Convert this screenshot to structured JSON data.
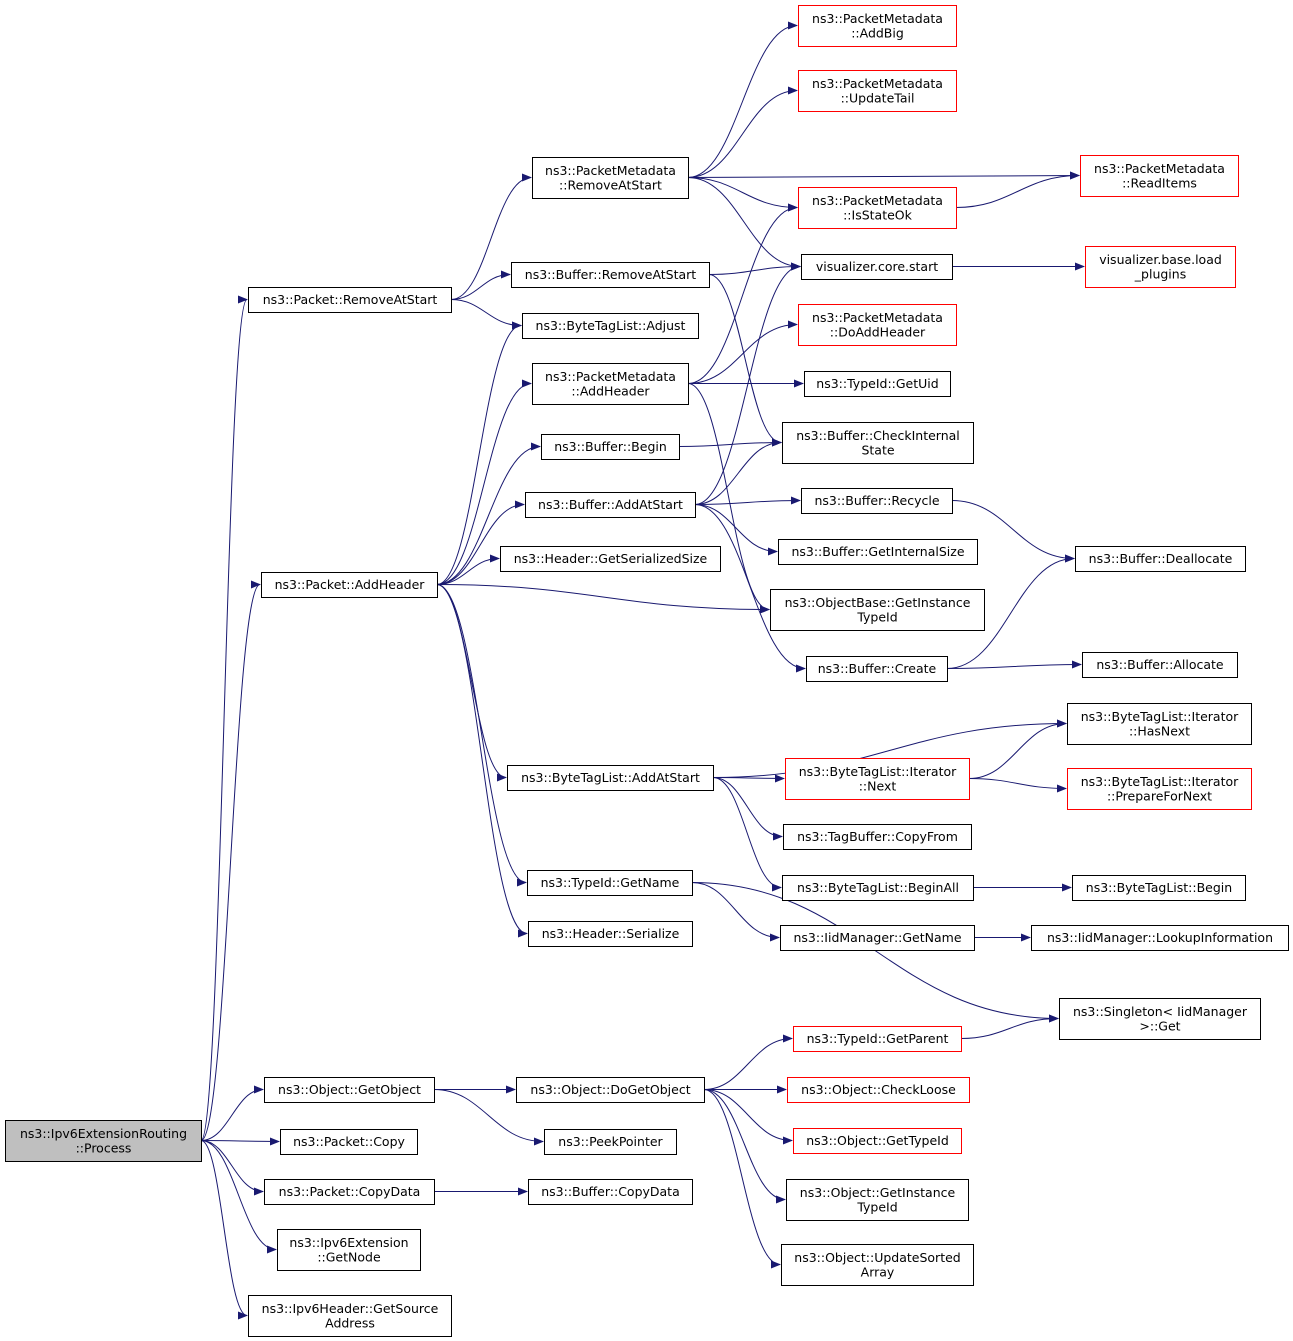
{
  "diagram": {
    "type": "call-graph",
    "colors": {
      "edge": "#191970",
      "root_fill": "#bfbfbf",
      "truncated_border": "#ff0000",
      "normal_border": "#000000"
    },
    "nodes": [
      {
        "id": "root",
        "lines": [
          "ns3::Ipv6ExtensionRouting",
          "::Process"
        ],
        "kind": "root"
      },
      {
        "id": "pkt_remove",
        "lines": [
          "ns3::Packet::RemoveAtStart"
        ]
      },
      {
        "id": "pkt_addheader",
        "lines": [
          "ns3::Packet::AddHeader"
        ]
      },
      {
        "id": "obj_getobject",
        "lines": [
          "ns3::Object::GetObject"
        ]
      },
      {
        "id": "pkt_copy",
        "lines": [
          "ns3::Packet::Copy"
        ]
      },
      {
        "id": "pkt_copydata",
        "lines": [
          "ns3::Packet::CopyData"
        ]
      },
      {
        "id": "ipv6ext_getnode",
        "lines": [
          "ns3::Ipv6Extension",
          "::GetNode"
        ]
      },
      {
        "id": "ipv6hdr_getsrc",
        "lines": [
          "ns3::Ipv6Header::GetSource",
          "Address"
        ]
      },
      {
        "id": "pm_removeatstart",
        "lines": [
          "ns3::PacketMetadata",
          "::RemoveAtStart"
        ]
      },
      {
        "id": "buf_removeatstart",
        "lines": [
          "ns3::Buffer::RemoveAtStart"
        ]
      },
      {
        "id": "btl_adjust",
        "lines": [
          "ns3::ByteTagList::Adjust"
        ]
      },
      {
        "id": "pm_addheader",
        "lines": [
          "ns3::PacketMetadata",
          "::AddHeader"
        ]
      },
      {
        "id": "buf_begin",
        "lines": [
          "ns3::Buffer::Begin"
        ]
      },
      {
        "id": "buf_addatstart",
        "lines": [
          "ns3::Buffer::AddAtStart"
        ]
      },
      {
        "id": "hdr_getsersize",
        "lines": [
          "ns3::Header::GetSerializedSize"
        ]
      },
      {
        "id": "btl_addatstart",
        "lines": [
          "ns3::ByteTagList::AddAtStart"
        ]
      },
      {
        "id": "typeid_getname",
        "lines": [
          "ns3::TypeId::GetName"
        ]
      },
      {
        "id": "hdr_serialize",
        "lines": [
          "ns3::Header::Serialize"
        ]
      },
      {
        "id": "obj_dogetobject",
        "lines": [
          "ns3::Object::DoGetObject"
        ]
      },
      {
        "id": "peekpointer",
        "lines": [
          "ns3::PeekPointer"
        ]
      },
      {
        "id": "buf_copydata",
        "lines": [
          "ns3::Buffer::CopyData"
        ]
      },
      {
        "id": "pm_addbig",
        "lines": [
          "ns3::PacketMetadata",
          "::AddBig"
        ],
        "kind": "red"
      },
      {
        "id": "pm_updatetail",
        "lines": [
          "ns3::PacketMetadata",
          "::UpdateTail"
        ],
        "kind": "red"
      },
      {
        "id": "pm_isstateok",
        "lines": [
          "ns3::PacketMetadata",
          "::IsStateOk"
        ],
        "kind": "red"
      },
      {
        "id": "vis_core_start",
        "lines": [
          "visualizer.core.start"
        ]
      },
      {
        "id": "pm_doaddheader",
        "lines": [
          "ns3::PacketMetadata",
          "::DoAddHeader"
        ],
        "kind": "red"
      },
      {
        "id": "typeid_getuid",
        "lines": [
          "ns3::TypeId::GetUid"
        ]
      },
      {
        "id": "buf_checkinternal",
        "lines": [
          "ns3::Buffer::CheckInternal",
          "State"
        ]
      },
      {
        "id": "buf_recycle",
        "lines": [
          "ns3::Buffer::Recycle"
        ]
      },
      {
        "id": "buf_getinternalsize",
        "lines": [
          "ns3::Buffer::GetInternalSize"
        ]
      },
      {
        "id": "objbase_getinstance",
        "lines": [
          "ns3::ObjectBase::GetInstance",
          "TypeId"
        ]
      },
      {
        "id": "buf_create",
        "lines": [
          "ns3::Buffer::Create"
        ]
      },
      {
        "id": "btli_next",
        "lines": [
          "ns3::ByteTagList::Iterator",
          "::Next"
        ],
        "kind": "red"
      },
      {
        "id": "tagbuf_copyfrom",
        "lines": [
          "ns3::TagBuffer::CopyFrom"
        ]
      },
      {
        "id": "btl_beginall",
        "lines": [
          "ns3::ByteTagList::BeginAll"
        ]
      },
      {
        "id": "iid_getname",
        "lines": [
          "ns3::IidManager::GetName"
        ]
      },
      {
        "id": "typeid_getparent",
        "lines": [
          "ns3::TypeId::GetParent"
        ],
        "kind": "red"
      },
      {
        "id": "obj_checkloose",
        "lines": [
          "ns3::Object::CheckLoose"
        ],
        "kind": "red"
      },
      {
        "id": "obj_gettypeid",
        "lines": [
          "ns3::Object::GetTypeId"
        ],
        "kind": "red"
      },
      {
        "id": "obj_getinstance",
        "lines": [
          "ns3::Object::GetInstance",
          "TypeId"
        ]
      },
      {
        "id": "obj_updatesorted",
        "lines": [
          "ns3::Object::UpdateSorted",
          "Array"
        ]
      },
      {
        "id": "pm_readitems",
        "lines": [
          "ns3::PacketMetadata",
          "::ReadItems"
        ],
        "kind": "red"
      },
      {
        "id": "vis_base_load",
        "lines": [
          "visualizer.base.load",
          "_plugins"
        ],
        "kind": "red"
      },
      {
        "id": "buf_deallocate",
        "lines": [
          "ns3::Buffer::Deallocate"
        ]
      },
      {
        "id": "buf_allocate",
        "lines": [
          "ns3::Buffer::Allocate"
        ]
      },
      {
        "id": "btli_hasnext",
        "lines": [
          "ns3::ByteTagList::Iterator",
          "::HasNext"
        ]
      },
      {
        "id": "btli_prepare",
        "lines": [
          "ns3::ByteTagList::Iterator",
          "::PrepareForNext"
        ],
        "kind": "red"
      },
      {
        "id": "btl_begin",
        "lines": [
          "ns3::ByteTagList::Begin"
        ]
      },
      {
        "id": "iid_lookup",
        "lines": [
          "ns3::IidManager::LookupInformation"
        ]
      },
      {
        "id": "singleton_get",
        "lines": [
          "ns3::Singleton< IidManager",
          ">::Get"
        ]
      }
    ],
    "edges": [
      [
        "root",
        "pkt_remove"
      ],
      [
        "root",
        "pkt_addheader"
      ],
      [
        "root",
        "obj_getobject"
      ],
      [
        "root",
        "pkt_copy"
      ],
      [
        "root",
        "pkt_copydata"
      ],
      [
        "root",
        "ipv6ext_getnode"
      ],
      [
        "root",
        "ipv6hdr_getsrc"
      ],
      [
        "pkt_remove",
        "pm_removeatstart"
      ],
      [
        "pkt_remove",
        "buf_removeatstart"
      ],
      [
        "pkt_remove",
        "btl_adjust"
      ],
      [
        "pm_removeatstart",
        "pm_addbig"
      ],
      [
        "pm_removeatstart",
        "pm_updatetail"
      ],
      [
        "pm_removeatstart",
        "pm_readitems"
      ],
      [
        "pm_removeatstart",
        "pm_isstateok"
      ],
      [
        "pm_removeatstart",
        "vis_core_start"
      ],
      [
        "buf_removeatstart",
        "vis_core_start"
      ],
      [
        "buf_removeatstart",
        "buf_checkinternal"
      ],
      [
        "pm_isstateok",
        "pm_readitems"
      ],
      [
        "vis_core_start",
        "vis_base_load"
      ],
      [
        "pkt_addheader",
        "btl_adjust"
      ],
      [
        "pkt_addheader",
        "pm_addheader"
      ],
      [
        "pkt_addheader",
        "buf_begin"
      ],
      [
        "pkt_addheader",
        "buf_addatstart"
      ],
      [
        "pkt_addheader",
        "hdr_getsersize"
      ],
      [
        "pkt_addheader",
        "objbase_getinstance"
      ],
      [
        "pkt_addheader",
        "btl_addatstart"
      ],
      [
        "pkt_addheader",
        "typeid_getname"
      ],
      [
        "pkt_addheader",
        "hdr_serialize"
      ],
      [
        "pm_addheader",
        "pm_isstateok"
      ],
      [
        "pm_addheader",
        "pm_doaddheader"
      ],
      [
        "pm_addheader",
        "typeid_getuid"
      ],
      [
        "pm_addheader",
        "objbase_getinstance"
      ],
      [
        "buf_begin",
        "buf_checkinternal"
      ],
      [
        "buf_addatstart",
        "vis_core_start"
      ],
      [
        "buf_addatstart",
        "buf_checkinternal"
      ],
      [
        "buf_addatstart",
        "buf_recycle"
      ],
      [
        "buf_addatstart",
        "buf_getinternalsize"
      ],
      [
        "buf_addatstart",
        "buf_create"
      ],
      [
        "buf_recycle",
        "buf_deallocate"
      ],
      [
        "buf_create",
        "buf_deallocate"
      ],
      [
        "buf_create",
        "buf_allocate"
      ],
      [
        "btl_addatstart",
        "btli_hasnext"
      ],
      [
        "btl_addatstart",
        "btli_next"
      ],
      [
        "btl_addatstart",
        "tagbuf_copyfrom"
      ],
      [
        "btl_addatstart",
        "btl_beginall"
      ],
      [
        "btli_next",
        "btli_hasnext"
      ],
      [
        "btli_next",
        "btli_prepare"
      ],
      [
        "btl_beginall",
        "btl_begin"
      ],
      [
        "typeid_getname",
        "iid_getname"
      ],
      [
        "typeid_getname",
        "singleton_get"
      ],
      [
        "iid_getname",
        "iid_lookup"
      ],
      [
        "obj_getobject",
        "obj_dogetobject"
      ],
      [
        "obj_getobject",
        "peekpointer"
      ],
      [
        "obj_dogetobject",
        "typeid_getparent"
      ],
      [
        "obj_dogetobject",
        "obj_checkloose"
      ],
      [
        "obj_dogetobject",
        "obj_gettypeid"
      ],
      [
        "obj_dogetobject",
        "obj_getinstance"
      ],
      [
        "obj_dogetobject",
        "obj_updatesorted"
      ],
      [
        "typeid_getparent",
        "singleton_get"
      ],
      [
        "pkt_copydata",
        "buf_copydata"
      ]
    ]
  }
}
